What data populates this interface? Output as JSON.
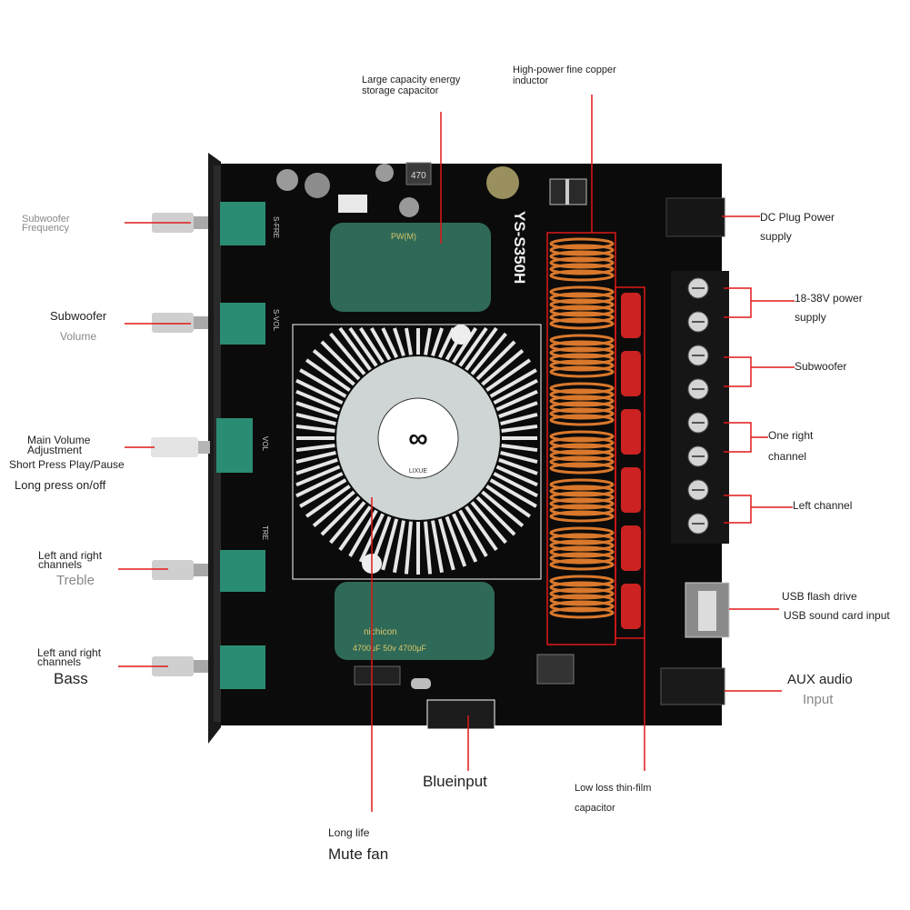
{
  "board": {
    "model": "YS-S350H",
    "fan_brand": "LIXUE",
    "cap_top_print": "PW(M)",
    "cap_bottom_print": "nichicon",
    "cap_bottom_rating": "4700μF 50v  4700μF",
    "inductor_small_print": "470",
    "pot_labels": [
      "S-FRE",
      "S-VOL",
      "VOL",
      "TRE"
    ]
  },
  "callouts": {
    "sub_freq": [
      "Subwoofer",
      "Frequency"
    ],
    "sub_vol": [
      "Subwoofer",
      "Volume"
    ],
    "main_vol": [
      "Main Volume",
      "Adjustment",
      "Short Press Play/Pause",
      "Long press on/off"
    ],
    "treble": [
      "Left and right",
      "channels",
      "Treble"
    ],
    "bass": [
      "Left and right",
      "channels",
      "Bass"
    ],
    "capacitor": [
      "Large capacity energy",
      "storage capacitor"
    ],
    "inductor": [
      "High-power fine copper",
      "inductor"
    ],
    "dc": [
      "DC Plug Power",
      "supply"
    ],
    "power": [
      "18-38V power",
      "supply"
    ],
    "subwoofer_out": "Subwoofer",
    "right": [
      "One right",
      "channel"
    ],
    "left": "Left channel",
    "usb": [
      "USB flash drive",
      "USB sound card input"
    ],
    "aux": [
      "AUX audio",
      "Input"
    ],
    "fan": [
      "Long life",
      "Mute fan"
    ],
    "bt": "Blueinput",
    "film": [
      "Low loss thin-film",
      "capacitor"
    ]
  },
  "colors": {
    "pointer": "#e01818",
    "board": "#0b0b0b",
    "heatsink": "#e6e6e6",
    "inductor": "#d9782c",
    "cap_green": "#2f6a58",
    "film_red": "#cc2222",
    "pot_green": "#2b8c74"
  }
}
